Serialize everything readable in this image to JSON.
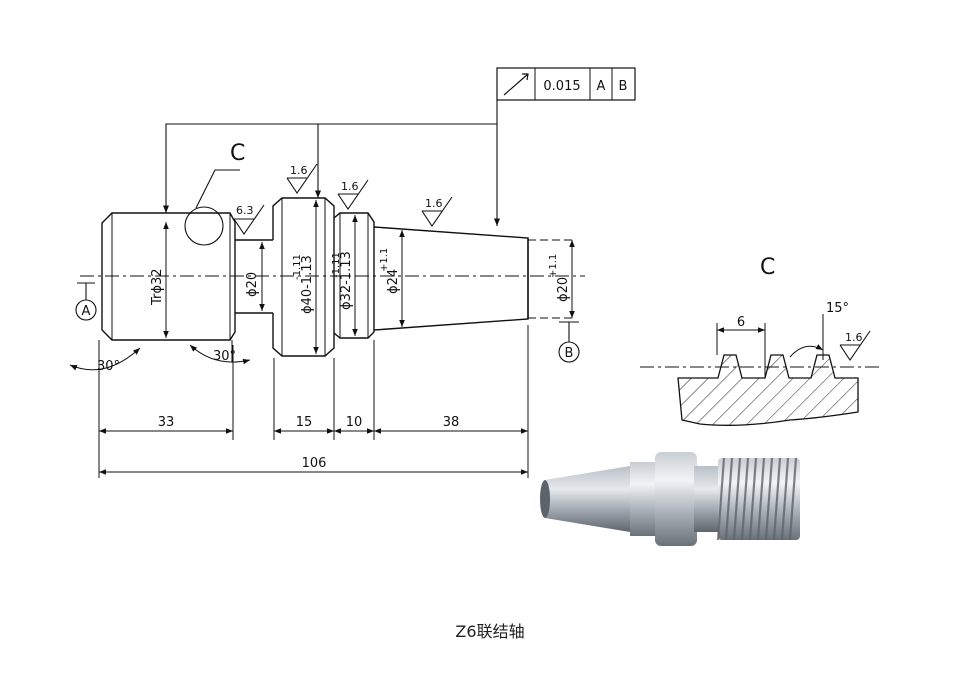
{
  "caption": "Z6联结轴",
  "tolerance_frame": {
    "value": "0.015",
    "datum_1": "A",
    "datum_2": "B"
  },
  "datums": {
    "left": "A",
    "right": "B"
  },
  "detail_label": "C",
  "detail_view": {
    "title": "C",
    "pitch": "6",
    "angle": "15°",
    "roughness": "1.6"
  },
  "roughness": {
    "r1": "1.6",
    "r2": "1.6",
    "r3": "1.6",
    "r4": "6.3"
  },
  "diameters": {
    "thread": "Trϕ32",
    "neck": "ϕ20",
    "collar": "ϕ40-1.13",
    "collar_tol": "-1.11",
    "step": "ϕ32-1.13",
    "step_tol": "-1.11",
    "cone": "ϕ24",
    "cone_tol": "+1.1",
    "end": "ϕ20",
    "end_tol": "+1.1"
  },
  "chamfers": {
    "left": "30°",
    "right": "30°"
  },
  "lengths": {
    "l1": "33",
    "l2": "15",
    "l3": "10",
    "l4": "38",
    "total": "106"
  }
}
